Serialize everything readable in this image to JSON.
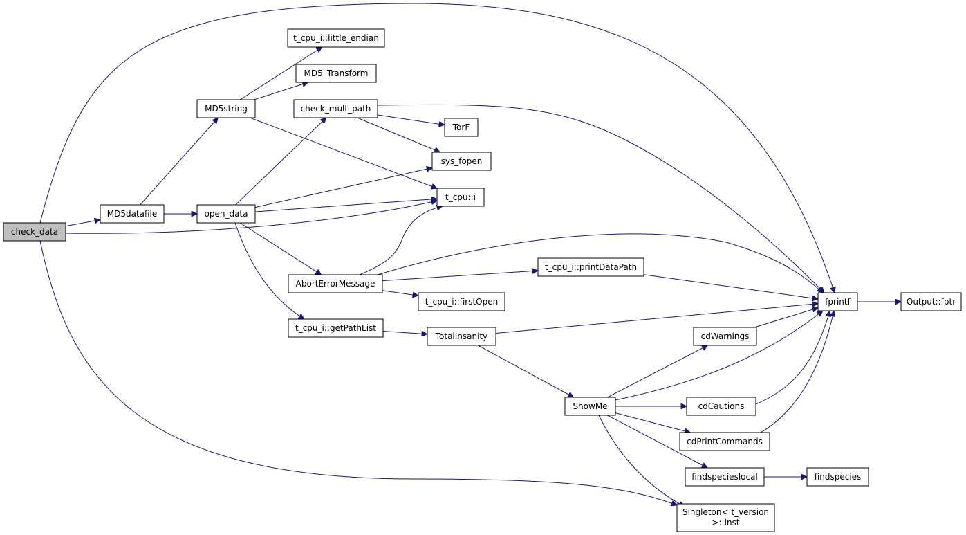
{
  "nodes": [
    {
      "id": "check_data",
      "label": "check_data",
      "root": true
    },
    {
      "id": "MD5datafile",
      "label": "MD5datafile"
    },
    {
      "id": "MD5string",
      "label": "MD5string"
    },
    {
      "id": "open_data",
      "label": "open_data"
    },
    {
      "id": "little_endian",
      "label": "t_cpu_i::little_endian"
    },
    {
      "id": "MD5_Transform",
      "label": "MD5_Transform"
    },
    {
      "id": "check_mult_path",
      "label": "check_mult_path"
    },
    {
      "id": "TorF",
      "label": "TorF"
    },
    {
      "id": "sys_fopen",
      "label": "sys_fopen"
    },
    {
      "id": "t_cpu_i",
      "label": "t_cpu::i"
    },
    {
      "id": "AbortErrorMessage",
      "label": "AbortErrorMessage"
    },
    {
      "id": "printDataPath",
      "label": "t_cpu_i::printDataPath"
    },
    {
      "id": "firstOpen",
      "label": "t_cpu_i::firstOpen"
    },
    {
      "id": "getPathList",
      "label": "t_cpu_i::getPathList"
    },
    {
      "id": "TotalInsanity",
      "label": "TotalInsanity"
    },
    {
      "id": "fprintf",
      "label": "fprintf"
    },
    {
      "id": "fptr",
      "label": "Output::fptr"
    },
    {
      "id": "cdWarnings",
      "label": "cdWarnings"
    },
    {
      "id": "ShowMe",
      "label": "ShowMe"
    },
    {
      "id": "cdCautions",
      "label": "cdCautions"
    },
    {
      "id": "cdPrintCommands",
      "label": "cdPrintCommands"
    },
    {
      "id": "findspecieslocal",
      "label": "findspecieslocal"
    },
    {
      "id": "findspecies",
      "label": "findspecies"
    },
    {
      "id": "Singleton",
      "label": "Singleton< t_version",
      "label2": ">::Inst"
    }
  ],
  "edges": [
    [
      "check_data",
      "MD5datafile"
    ],
    [
      "check_data",
      "t_cpu_i"
    ],
    [
      "check_data",
      "fprintf"
    ],
    [
      "check_data",
      "Singleton"
    ],
    [
      "MD5datafile",
      "MD5string"
    ],
    [
      "MD5datafile",
      "open_data"
    ],
    [
      "MD5string",
      "little_endian"
    ],
    [
      "MD5string",
      "MD5_Transform"
    ],
    [
      "MD5string",
      "t_cpu_i"
    ],
    [
      "open_data",
      "check_mult_path"
    ],
    [
      "open_data",
      "sys_fopen"
    ],
    [
      "open_data",
      "t_cpu_i"
    ],
    [
      "open_data",
      "AbortErrorMessage"
    ],
    [
      "open_data",
      "getPathList"
    ],
    [
      "check_mult_path",
      "TorF"
    ],
    [
      "check_mult_path",
      "sys_fopen"
    ],
    [
      "check_mult_path",
      "fprintf"
    ],
    [
      "AbortErrorMessage",
      "t_cpu_i"
    ],
    [
      "AbortErrorMessage",
      "fprintf"
    ],
    [
      "AbortErrorMessage",
      "printDataPath"
    ],
    [
      "AbortErrorMessage",
      "firstOpen"
    ],
    [
      "printDataPath",
      "fprintf"
    ],
    [
      "getPathList",
      "TotalInsanity"
    ],
    [
      "TotalInsanity",
      "fprintf"
    ],
    [
      "TotalInsanity",
      "ShowMe"
    ],
    [
      "fprintf",
      "fptr"
    ],
    [
      "cdWarnings",
      "fprintf"
    ],
    [
      "ShowMe",
      "cdWarnings"
    ],
    [
      "ShowMe",
      "fprintf"
    ],
    [
      "ShowMe",
      "cdCautions"
    ],
    [
      "ShowMe",
      "cdPrintCommands"
    ],
    [
      "ShowMe",
      "findspecieslocal"
    ],
    [
      "ShowMe",
      "Singleton"
    ],
    [
      "cdCautions",
      "fprintf"
    ],
    [
      "cdPrintCommands",
      "fprintf"
    ],
    [
      "findspecieslocal",
      "findspecies"
    ]
  ],
  "colors": {
    "edge": "#191970",
    "root_fill": "#bfbfbf",
    "node_fill": "#ffffff",
    "border": "#000000"
  }
}
